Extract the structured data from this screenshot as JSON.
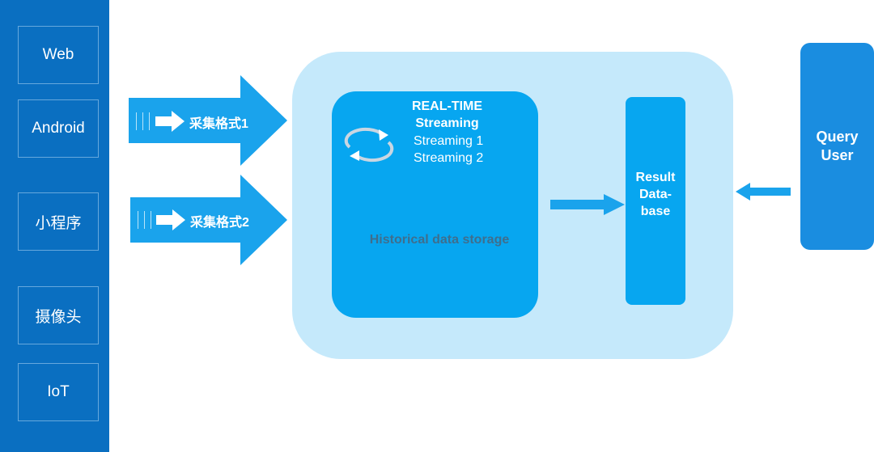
{
  "sources": [
    "Web",
    "Android",
    "小程序",
    "摄像头",
    "IoT"
  ],
  "collect": [
    {
      "label": "采集格式1"
    },
    {
      "label": "采集格式2"
    }
  ],
  "processing": {
    "title_line1": "REAL-TIME",
    "title_line2": "Streaming",
    "streams": [
      "Streaming 1",
      "Streaming 2"
    ],
    "storage_label": "Historical data storage",
    "cycle_icon": "refresh-cycle-icon"
  },
  "result_db": {
    "line1": "Result",
    "line2": "Data-",
    "line3": "base"
  },
  "query_user": {
    "line1": "Query",
    "line2": "User"
  },
  "colors": {
    "source_column": "#0a6fc1",
    "arrow": "#1aa3ec",
    "platform_bg": "#c5e9fb",
    "inner_box": "#07a6f0",
    "query_box": "#1a8de0",
    "storage_text": "#3f6e8d"
  }
}
